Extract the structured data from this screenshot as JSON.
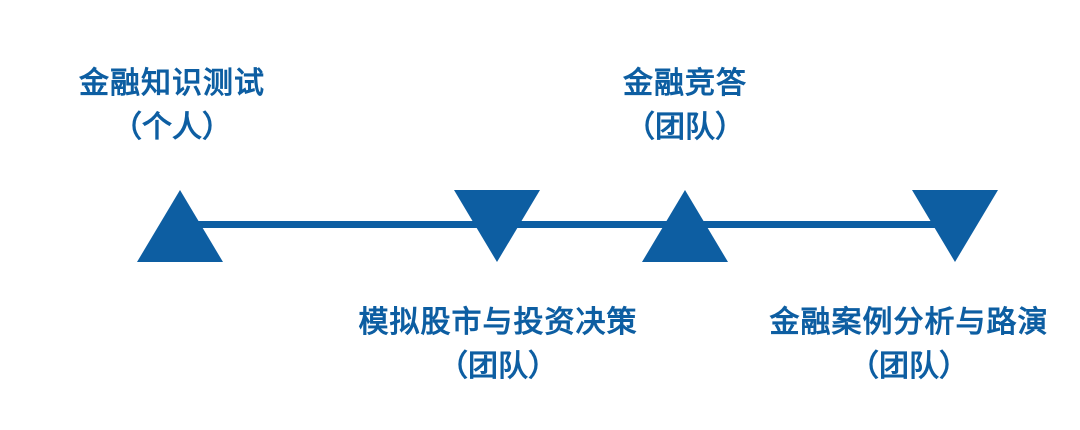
{
  "diagram": {
    "type": "timeline",
    "accent_color": "#0D5EA2",
    "background_color": "#FFFFFF",
    "milestones": [
      {
        "title": "金融知识测试",
        "subtitle": "（个人）",
        "marker": "triangle-up",
        "label_position": "above"
      },
      {
        "title": "模拟股市与投资决策",
        "subtitle": "（团队）",
        "marker": "triangle-down",
        "label_position": "below"
      },
      {
        "title": "金融竞答",
        "subtitle": "（团队）",
        "marker": "triangle-up",
        "label_position": "above"
      },
      {
        "title": "金融案例分析与路演",
        "subtitle": "（团队）",
        "marker": "triangle-down",
        "label_position": "below"
      }
    ]
  }
}
